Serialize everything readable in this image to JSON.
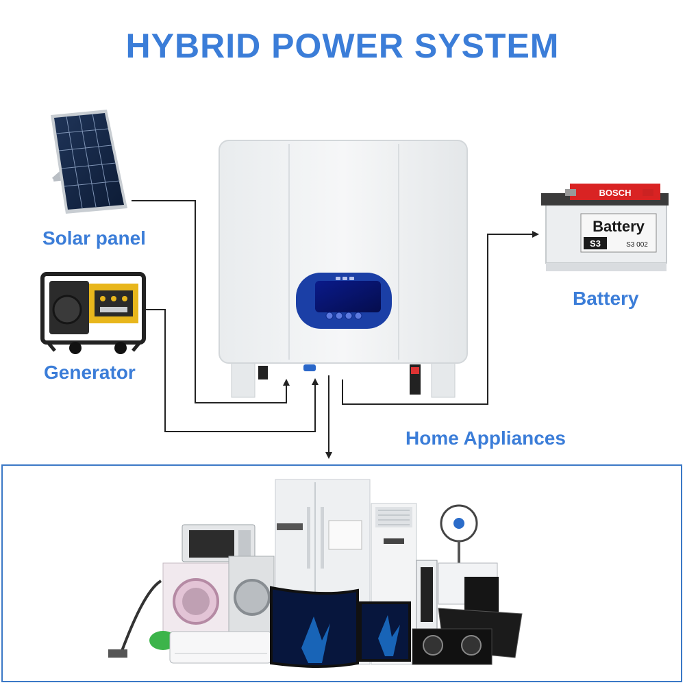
{
  "title": "HYBRID POWER SYSTEM",
  "labels": {
    "solar": "Solar panel",
    "generator": "Generator",
    "battery": "Battery",
    "home": "Home Appliances"
  },
  "battery_sticker": {
    "brand": "BOSCH",
    "text": "Battery",
    "model": "S3",
    "code": "S3 002"
  },
  "colors": {
    "accent": "#3b7dd8",
    "wire": "#222222",
    "box_border": "#3a78c6",
    "inverter_body": "#f1f3f4",
    "display": "#1b3fa6"
  },
  "icons": [
    "solar-panel-icon",
    "generator-icon",
    "inverter-icon",
    "battery-icon",
    "home-appliances-icon"
  ]
}
